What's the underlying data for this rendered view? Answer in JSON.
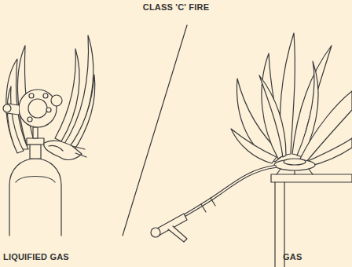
{
  "diagram": {
    "title": "CLASS 'C' FIRE",
    "labels": [
      "LIQUIFIED GAS",
      "GAS"
    ]
  }
}
